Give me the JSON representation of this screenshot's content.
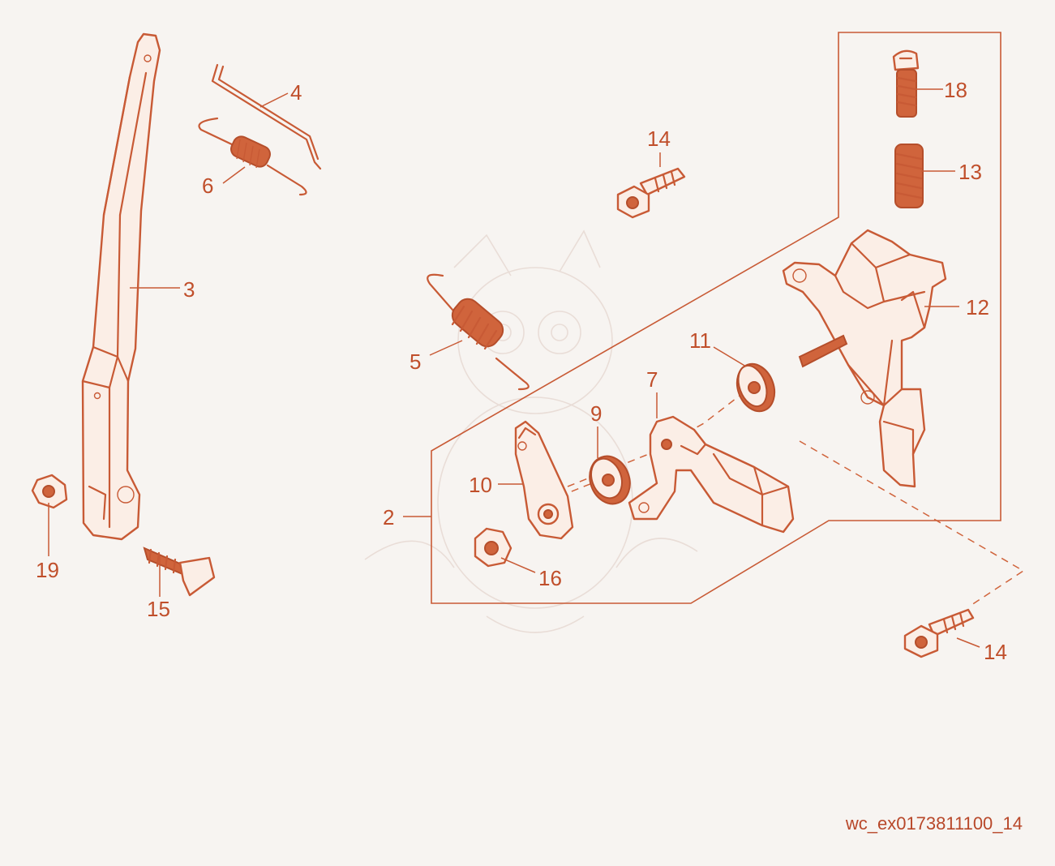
{
  "callouts": {
    "c2": "2",
    "c3": "3",
    "c4": "4",
    "c5": "5",
    "c6": "6",
    "c7": "7",
    "c9": "9",
    "c10": "10",
    "c11": "11",
    "c12": "12",
    "c13": "13",
    "c14a": "14",
    "c14b": "14",
    "c15": "15",
    "c16": "16",
    "c18": "18",
    "c19": "19"
  },
  "drawing_code": "wc_ex0173811100_14",
  "colors": {
    "line": "#c85a35",
    "fill": "#fbeee6",
    "background": "#f7f4f1"
  }
}
